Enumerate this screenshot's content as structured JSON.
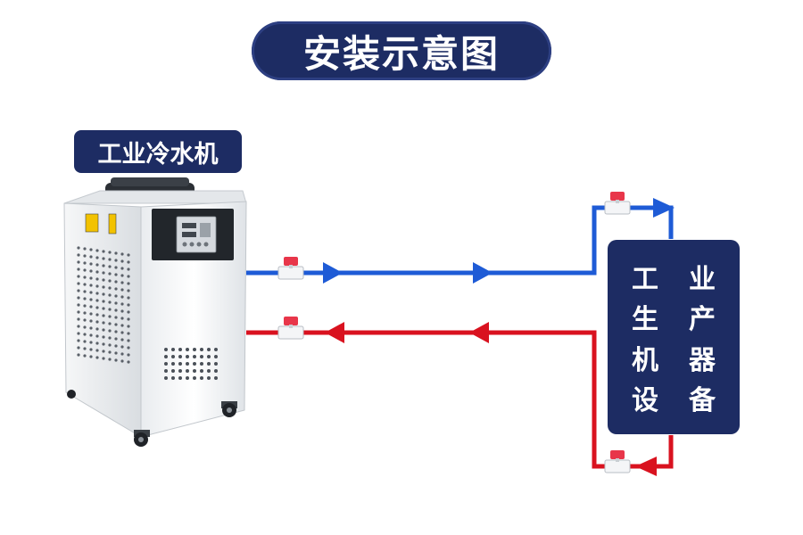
{
  "title": "安装示意图",
  "chiller": {
    "label": "工业冷水机"
  },
  "equipment": {
    "chars": [
      "工",
      "业",
      "生",
      "产",
      "机",
      "器",
      "设",
      "备"
    ]
  },
  "colors": {
    "navy": "#1d2c63",
    "supply_line": "#1e5bd6",
    "return_line": "#d9121f",
    "valve_handle": "#e8364a"
  }
}
